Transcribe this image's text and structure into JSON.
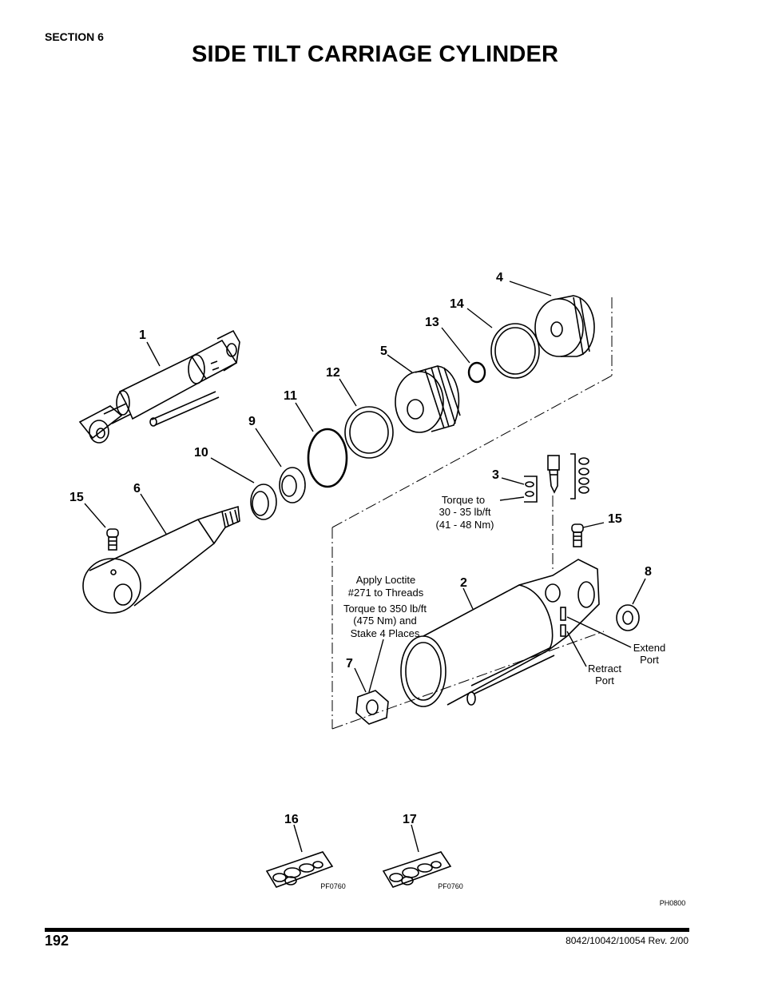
{
  "header": {
    "section": "SECTION 6",
    "title": "SIDE TILT CARRIAGE CYLINDER"
  },
  "callouts": [
    "1",
    "2",
    "3",
    "4",
    "5",
    "6",
    "7",
    "8",
    "9",
    "10",
    "11",
    "12",
    "13",
    "14",
    "15",
    "15",
    "16",
    "17"
  ],
  "notes": {
    "torque_fitting": [
      "Torque to",
      "30 - 35 lb/ft",
      "(41 - 48 Nm)"
    ],
    "loctite": [
      "Apply Loctite",
      "#271 to Threads"
    ],
    "torque_nut": [
      "Torque to 350 lb/ft",
      "(475 Nm) and",
      "Stake 4 Places"
    ],
    "extend_port": [
      "Extend",
      "Port"
    ],
    "retract_port": [
      "Retract",
      "Port"
    ]
  },
  "kit_codes": [
    "PF0760",
    "PF0760"
  ],
  "figure_code": "PH0800",
  "footer": {
    "page": "192",
    "revision": "8042/10042/10054 Rev. 2/00"
  }
}
